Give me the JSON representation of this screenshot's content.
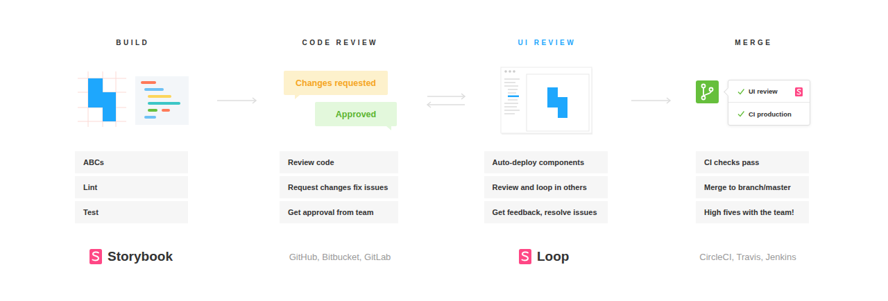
{
  "diagram": {
    "nodes": [
      {
        "text": [
          "ABCs"
        ]
      },
      {
        "text": [
          "Lint"
        ]
      },
      {
        "text": [
          "Test"
        ]
      },
      {
        "text": [
          "Changes requested"
        ]
      },
      {
        "text": [
          "Approved"
        ]
      },
      {
        "text": [
          "Review code"
        ]
      },
      {
        "text": [
          "Request changes fix issues"
        ]
      },
      {
        "text": [
          "Get approval from team"
        ]
      },
      {
        "text": [
          "Auto-deploy components"
        ]
      },
      {
        "text": [
          "Review and loop in others"
        ]
      },
      {
        "text": [
          "Get feedback, resolve issues"
        ]
      },
      {
        "text": [
          "UI review",
          "CI production"
        ]
      },
      {
        "text": [
          "CI checks pass"
        ]
      },
      {
        "text": [
          "Merge to branch/master"
        ]
      },
      {
        "text": [
          "High fives with the team!"
        ]
      }
    ],
    "labels": [
      "BUILD",
      "CODE REVIEW",
      "UI REVIEW",
      "MERGE",
      "Storybook",
      "GitHub, Bitbucket, GitLab",
      "Loop",
      "CircleCI, Travis, Jenkins"
    ]
  }
}
